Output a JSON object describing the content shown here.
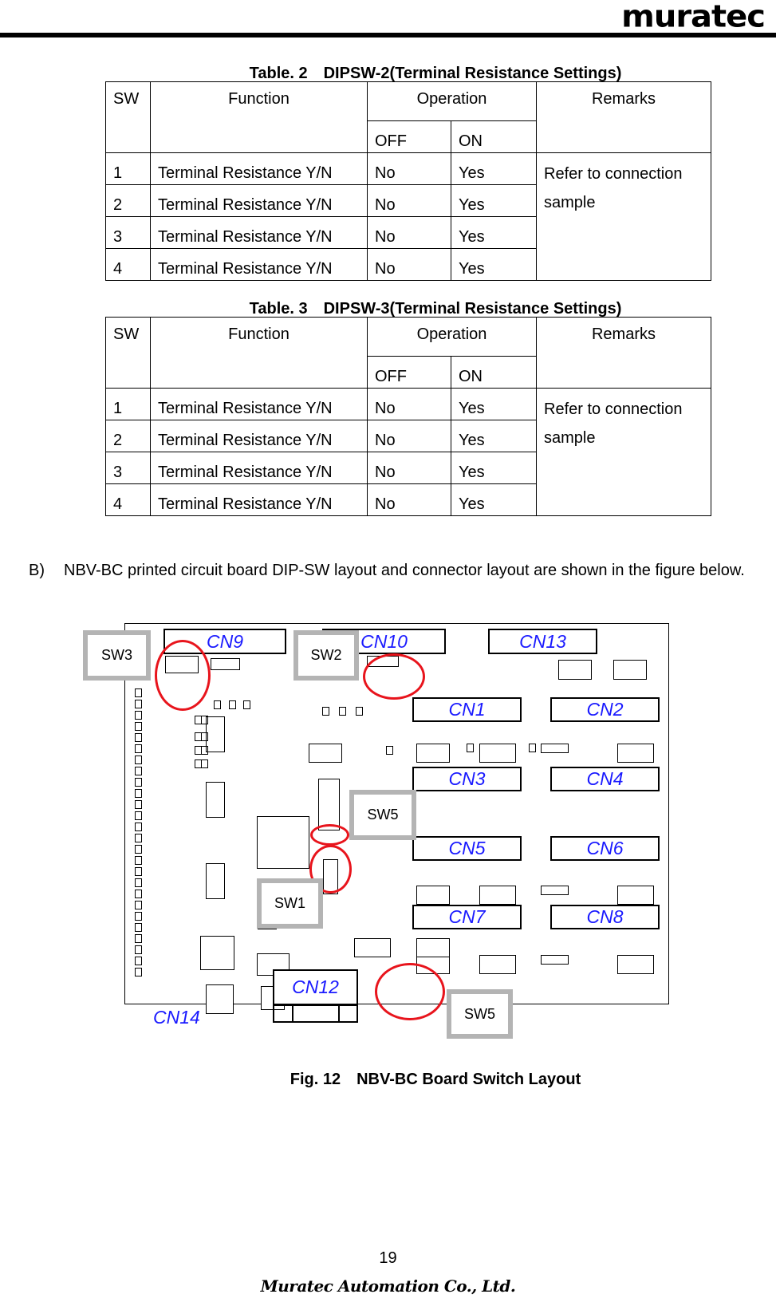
{
  "header": {
    "logo_text": "muratec"
  },
  "tables": [
    {
      "title": "Table. 2　DIPSW-2(Terminal Resistance Settings)",
      "headers": {
        "sw": "SW",
        "function": "Function",
        "operation": "Operation",
        "off": "OFF",
        "on": "ON",
        "remarks": "Remarks"
      },
      "rows": [
        {
          "sw": "1",
          "function": "Terminal Resistance Y/N",
          "off": "No",
          "on": "Yes"
        },
        {
          "sw": "2",
          "function": "Terminal Resistance Y/N",
          "off": "No",
          "on": "Yes"
        },
        {
          "sw": "3",
          "function": "Terminal Resistance Y/N",
          "off": "No",
          "on": "Yes"
        },
        {
          "sw": "4",
          "function": "Terminal Resistance Y/N",
          "off": "No",
          "on": "Yes"
        }
      ],
      "remarks": "Refer to connection sample"
    },
    {
      "title": "Table. 3　DIPSW-3(Terminal Resistance Settings)",
      "headers": {
        "sw": "SW",
        "function": "Function",
        "operation": "Operation",
        "off": "OFF",
        "on": "ON",
        "remarks": "Remarks"
      },
      "rows": [
        {
          "sw": "1",
          "function": "Terminal Resistance Y/N",
          "off": "No",
          "on": "Yes"
        },
        {
          "sw": "2",
          "function": "Terminal Resistance Y/N",
          "off": "No",
          "on": "Yes"
        },
        {
          "sw": "3",
          "function": "Terminal Resistance Y/N",
          "off": "No",
          "on": "Yes"
        },
        {
          "sw": "4",
          "function": "Terminal Resistance Y/N",
          "off": "No",
          "on": "Yes"
        }
      ],
      "remarks": "Refer to connection sample"
    }
  ],
  "paragraph": {
    "label": "B)",
    "text": "NBV-BC printed circuit board DIP-SW layout and connector layout are shown in the figure below."
  },
  "figure": {
    "connectors": [
      "CN9",
      "CN10",
      "CN13",
      "CN1",
      "CN2",
      "CN3",
      "CN4",
      "CN5",
      "CN6",
      "CN7",
      "CN8",
      "CN12",
      "CN14"
    ],
    "switch_labels": [
      "SW3",
      "SW2",
      "SW5",
      "SW1",
      "SW5"
    ],
    "connector_label_color": "#1a1aff",
    "highlight_color": "#e8141c",
    "caption": "Fig. 12　NBV-BC Board Switch Layout"
  },
  "footer": {
    "page_number": "19",
    "company": "Muratec Automation Co., Ltd."
  }
}
